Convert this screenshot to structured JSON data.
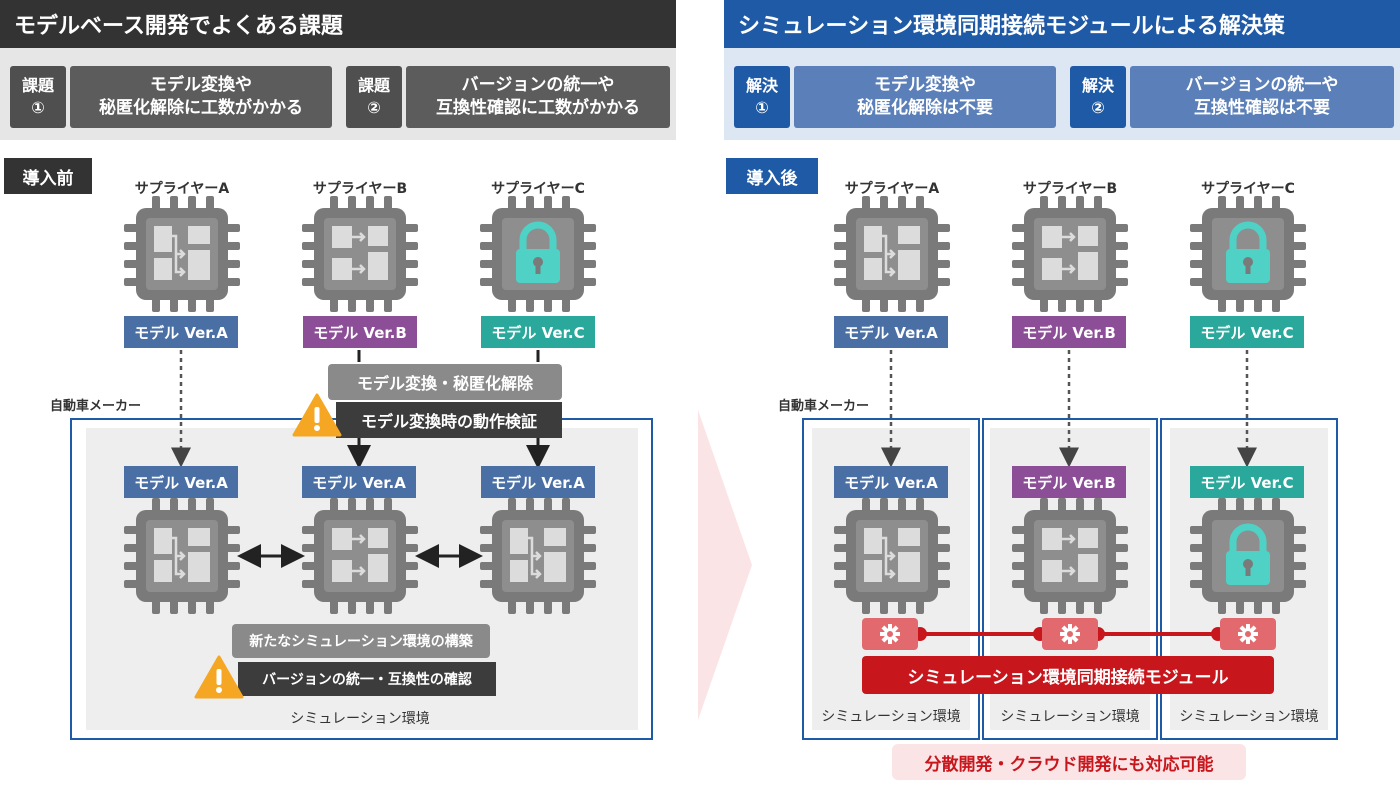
{
  "left": {
    "title": "モデルベース開発でよくある課題",
    "issues": [
      {
        "tag": "課題\n①",
        "text": "モデル変換や\n秘匿化解除に工数がかかる"
      },
      {
        "tag": "課題\n②",
        "text": "バージョンの統一や\n互換性確認に工数がかかる"
      }
    ],
    "section": "導入前",
    "suppliers": [
      "サプライヤーA",
      "サプライヤーB",
      "サプライヤーC"
    ],
    "models_top": [
      "モデル Ver.A",
      "モデル Ver.B",
      "モデル Ver.C"
    ],
    "maker": "自動車メーカー",
    "conversion": "モデル変換・秘匿化解除",
    "verification": "モデル変換時の動作検証",
    "models_bottom": [
      "モデル Ver.A",
      "モデル Ver.A",
      "モデル Ver.A"
    ],
    "new_sim": "新たなシミュレーション環境の構築",
    "version_check": "バージョンの統一・互換性の確認",
    "sim_env": "シミュレーション環境"
  },
  "right": {
    "title": "シミュレーション環境同期接続モジュールによる解決策",
    "solutions": [
      {
        "tag": "解決\n①",
        "text": "モデル変換や\n秘匿化解除は不要"
      },
      {
        "tag": "解決\n②",
        "text": "バージョンの統一や\n互換性確認は不要"
      }
    ],
    "section": "導入後",
    "suppliers": [
      "サプライヤーA",
      "サプライヤーB",
      "サプライヤーC"
    ],
    "models_top": [
      "モデル Ver.A",
      "モデル Ver.B",
      "モデル Ver.C"
    ],
    "maker": "自動車メーカー",
    "models_bottom": [
      "モデル Ver.A",
      "モデル Ver.B",
      "モデル Ver.C"
    ],
    "module": "シミュレーション環境同期接続モジュール",
    "sim_envs": [
      "シミュレーション環境",
      "シミュレーション環境",
      "シミュレーション環境"
    ],
    "footer": "分散開発・クラウド開発にも対応可能"
  },
  "colors": {
    "blue_model": "#4a6fa5",
    "purple_model": "#8c4f97",
    "teal_model": "#2aa89b",
    "header_dark": "#333333",
    "header_blue": "#1f5aa6",
    "module_red": "#c8161d",
    "warning": "#f5a623"
  },
  "icons": [
    "chip-icon",
    "lock-icon",
    "warning-icon",
    "gear-icon",
    "arrow-right-icon"
  ]
}
